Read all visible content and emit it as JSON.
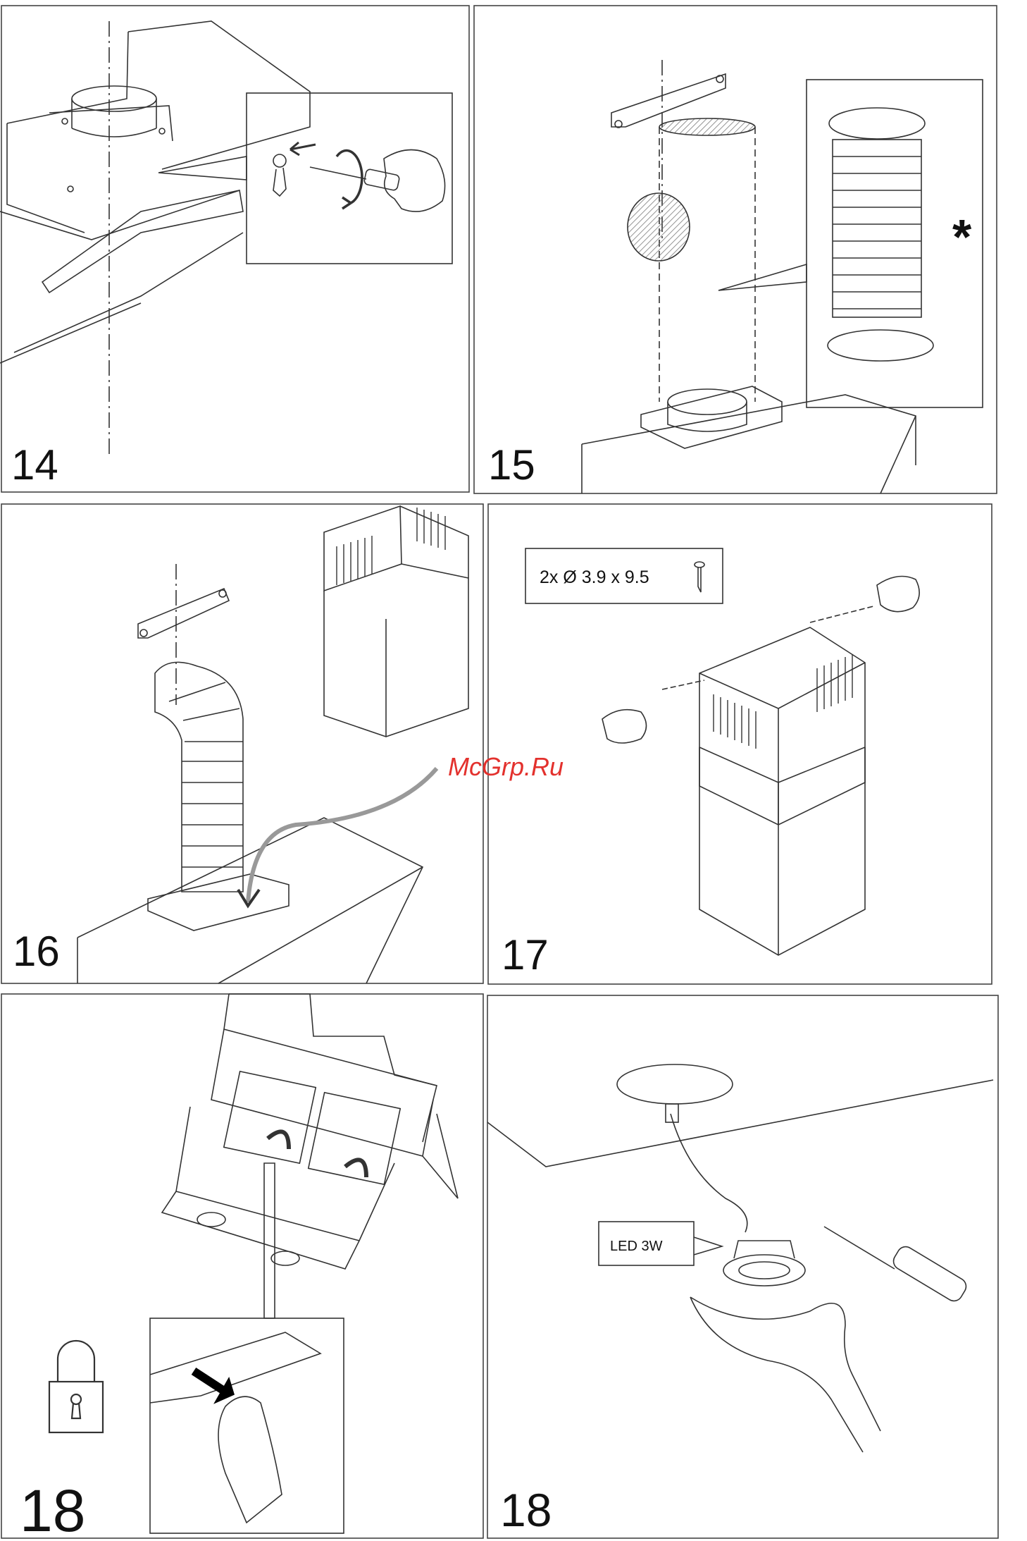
{
  "panels": [
    {
      "number": "14"
    },
    {
      "number": "15",
      "mark": "*"
    },
    {
      "number": "16"
    },
    {
      "number": "17",
      "screw_spec": "2x Ø 3.9 x 9.5"
    },
    {
      "number": "18"
    },
    {
      "number": "18",
      "led_label": "LED  3W"
    }
  ],
  "watermark": "McGrp.Ru",
  "icons": [
    "padlock-icon",
    "screwdriver-icon",
    "hand-icon",
    "rotate-arrow-icon",
    "arrow-icon",
    "screw-icon"
  ]
}
